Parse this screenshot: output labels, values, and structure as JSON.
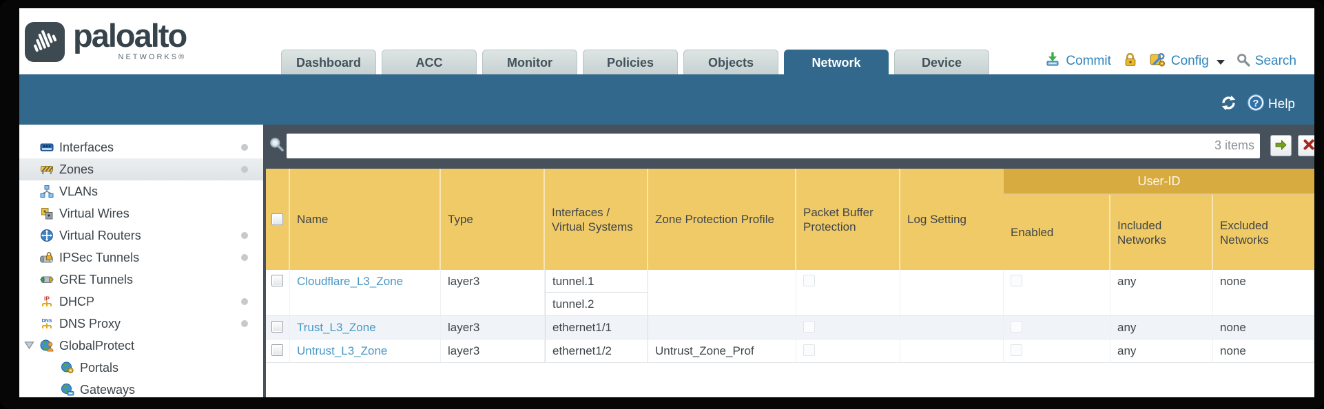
{
  "brand": {
    "name": "paloalto",
    "networks": "NETWORKS®"
  },
  "nav": {
    "tabs": [
      {
        "label": "Dashboard",
        "active": false
      },
      {
        "label": "ACC",
        "active": false
      },
      {
        "label": "Monitor",
        "active": false
      },
      {
        "label": "Policies",
        "active": false
      },
      {
        "label": "Objects",
        "active": false
      },
      {
        "label": "Network",
        "active": true
      },
      {
        "label": "Device",
        "active": false
      }
    ],
    "actions": {
      "commit": "Commit",
      "config": "Config",
      "search": "Search"
    }
  },
  "toolbar": {
    "help_label": "Help"
  },
  "sidebar": {
    "items": [
      {
        "label": "Interfaces",
        "icon": "interfaces-icon",
        "dot": true
      },
      {
        "label": "Zones",
        "icon": "zones-icon",
        "dot": true,
        "selected": true
      },
      {
        "label": "VLANs",
        "icon": "vlans-icon"
      },
      {
        "label": "Virtual Wires",
        "icon": "virtual-wires-icon"
      },
      {
        "label": "Virtual Routers",
        "icon": "virtual-routers-icon",
        "dot": true
      },
      {
        "label": "IPSec Tunnels",
        "icon": "ipsec-tunnels-icon",
        "dot": true
      },
      {
        "label": "GRE Tunnels",
        "icon": "gre-tunnels-icon"
      },
      {
        "label": "DHCP",
        "icon": "dhcp-icon",
        "dot": true
      },
      {
        "label": "DNS Proxy",
        "icon": "dns-proxy-icon",
        "dot": true
      },
      {
        "label": "GlobalProtect",
        "icon": "globalprotect-icon",
        "expander": true
      },
      {
        "label": "Portals",
        "icon": "portals-icon",
        "indent": true
      },
      {
        "label": "Gateways",
        "icon": "gateways-icon",
        "indent": true
      }
    ]
  },
  "filter": {
    "count_label": "3 items",
    "value": ""
  },
  "table": {
    "group_header": "User-ID",
    "columns": [
      {
        "key": "name",
        "label": "Name"
      },
      {
        "key": "type",
        "label": "Type"
      },
      {
        "key": "interfaces",
        "label": "Interfaces / Virtual Systems"
      },
      {
        "key": "zpp",
        "label": "Zone Protection Profile"
      },
      {
        "key": "pbp",
        "label": "Packet Buffer Protection"
      },
      {
        "key": "log",
        "label": "Log Setting"
      }
    ],
    "group_columns": [
      {
        "key": "enabled",
        "label": "Enabled"
      },
      {
        "key": "included",
        "label": "Included Networks"
      },
      {
        "key": "excluded",
        "label": "Excluded Networks"
      }
    ],
    "rows": [
      {
        "name": "Cloudflare_L3_Zone",
        "type": "layer3",
        "interfaces": [
          "tunnel.1",
          "tunnel.2"
        ],
        "zpp": "",
        "log": "",
        "included": "any",
        "excluded": "none"
      },
      {
        "name": "Trust_L3_Zone",
        "type": "layer3",
        "interfaces": [
          "ethernet1/1"
        ],
        "zpp": "",
        "log": "",
        "included": "any",
        "excluded": "none"
      },
      {
        "name": "Untrust_L3_Zone",
        "type": "layer3",
        "interfaces": [
          "ethernet1/2"
        ],
        "zpp": "Untrust_Zone_Prof",
        "log": "",
        "included": "any",
        "excluded": "none"
      }
    ]
  }
}
